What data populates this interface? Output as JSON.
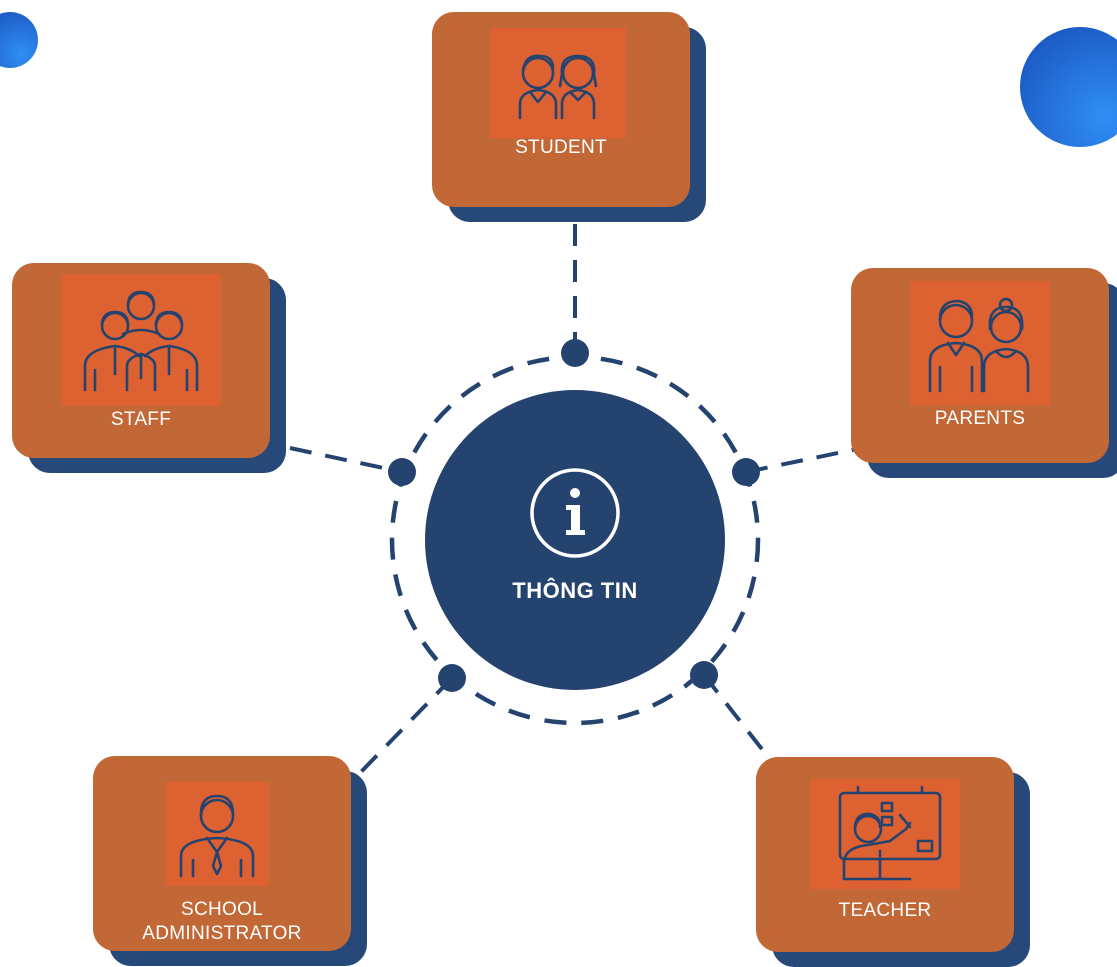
{
  "center": {
    "title": "THÔNG TIN",
    "icon": "info-icon"
  },
  "cards": {
    "student": {
      "label": "STUDENT",
      "icon": "students-icon"
    },
    "staff": {
      "label": "STAFF",
      "icon": "staff-group-icon"
    },
    "parents": {
      "label": "PARENTS",
      "icon": "parents-icon"
    },
    "administrator": {
      "label_line1": "SCHOOL",
      "label_line2": "ADMINISTRATOR",
      "icon": "administrator-icon"
    },
    "teacher": {
      "label": "TEACHER",
      "icon": "teacher-whiteboard-icon"
    }
  },
  "colors": {
    "card": "#c26836",
    "card_tile": "#de6231",
    "card_shadow": "#26497a",
    "hub": "#24436f",
    "connector": "#24436f",
    "decor_circle": "#1e6fd9"
  }
}
